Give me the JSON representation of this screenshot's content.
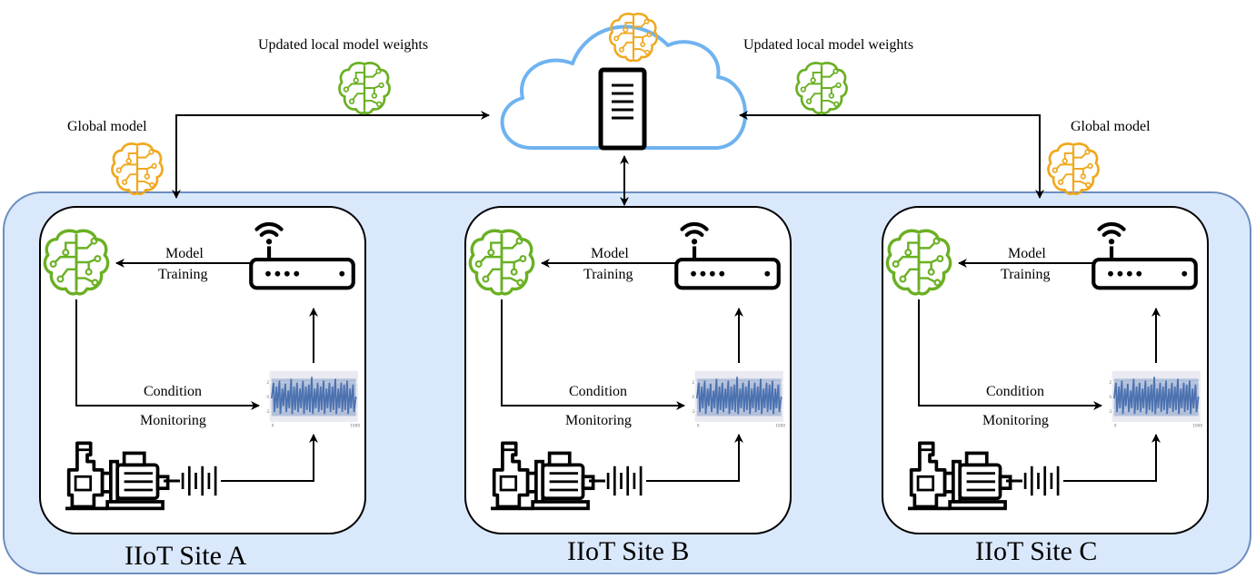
{
  "top": {
    "left_updated_label": "Updated local model weights",
    "right_updated_label": "Updated local model weights",
    "left_global_label": "Global model",
    "right_global_label": "Global model"
  },
  "sites": [
    {
      "name": "IIoT Site A",
      "model_label_1": "Model",
      "model_label_2": "Training",
      "cond_label_1": "Condition",
      "cond_label_2": "Monitoring"
    },
    {
      "name": "IIoT Site B",
      "model_label_1": "Model",
      "model_label_2": "Training",
      "cond_label_1": "Condition",
      "cond_label_2": "Monitoring"
    },
    {
      "name": "IIoT Site C",
      "model_label_1": "Model",
      "model_label_2": "Training",
      "cond_label_1": "Condition",
      "cond_label_2": "Monitoring"
    }
  ],
  "colors": {
    "region_fill": "#dae8fc",
    "region_stroke": "#6c8ebf",
    "cloud_stroke": "#6fb3f0",
    "local_model": "#6ab023",
    "global_model": "#f0a81e",
    "signal": "#4c72b0"
  },
  "icons": [
    "cloud-icon",
    "server-icon",
    "brain-circuit-icon",
    "router-icon",
    "wifi-icon",
    "pump-motor-icon",
    "battery-icon",
    "vibration-chart-icon"
  ]
}
